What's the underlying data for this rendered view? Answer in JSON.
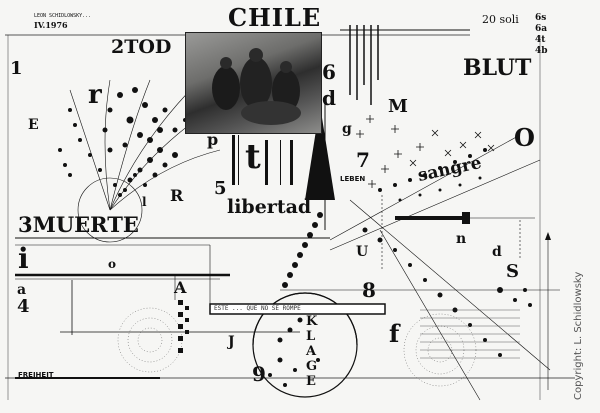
{
  "header": {
    "author": "LEON SCHIDLOWSKY...",
    "year": "IV.1976",
    "title": "CHILE",
    "blut": "BLUT",
    "tod": "2TOD",
    "dedication": "20 soli",
    "code": [
      "6s",
      "6a",
      "4t",
      "4b"
    ]
  },
  "letters": {
    "one": "1",
    "r": "r",
    "E": "E",
    "six": "6",
    "d": "d",
    "g": "g",
    "M": "M",
    "p": "p",
    "t": "t",
    "seven": "7",
    "O": "O",
    "five": "5",
    "R": "R",
    "l": "l",
    "n": "n",
    "d2": "d",
    "U": "U",
    "S": "S",
    "i": "i",
    "o": "o",
    "a": "a",
    "four": "4",
    "A": "A",
    "eight": "8",
    "f": "f",
    "J": "J",
    "nine": "9"
  },
  "words": {
    "leben": "LEBEN",
    "sangre": "sangre",
    "libertad": "libertad",
    "muerte": "3MUERTE",
    "klage": [
      "K",
      "L",
      "A",
      "G",
      "E"
    ],
    "freiheit": "FREIHEIT",
    "strip": "ESTE ... QUE NO SE ROMPE"
  },
  "copyright": "Copyright: L. Schidlowsky",
  "colors": {
    "ink": "#111111",
    "paper": "#f6f6f4",
    "photo": "#7a7a78"
  }
}
